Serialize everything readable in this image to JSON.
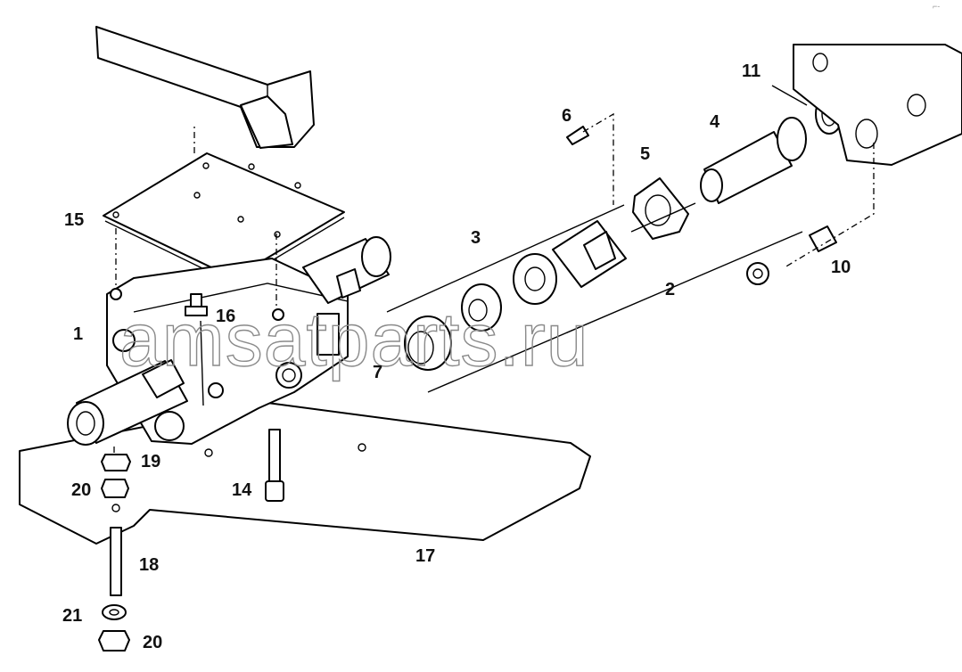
{
  "watermark": "amsatparts.ru",
  "corner_mark": "⌐-",
  "callouts": [
    {
      "id": "c1",
      "text": "1"
    },
    {
      "id": "c2",
      "text": "2"
    },
    {
      "id": "c3",
      "text": "3"
    },
    {
      "id": "c4",
      "text": "4"
    },
    {
      "id": "c5",
      "text": "5"
    },
    {
      "id": "c6",
      "text": "6"
    },
    {
      "id": "c7",
      "text": "7"
    },
    {
      "id": "c10",
      "text": "10"
    },
    {
      "id": "c11",
      "text": "11"
    },
    {
      "id": "c14",
      "text": "14"
    },
    {
      "id": "c15",
      "text": "15"
    },
    {
      "id": "c16",
      "text": "16"
    },
    {
      "id": "c17",
      "text": "17"
    },
    {
      "id": "c18",
      "text": "18"
    },
    {
      "id": "c19",
      "text": "19"
    },
    {
      "id": "c20a",
      "text": "20"
    },
    {
      "id": "c20b",
      "text": "20"
    },
    {
      "id": "c21",
      "text": "21"
    }
  ]
}
